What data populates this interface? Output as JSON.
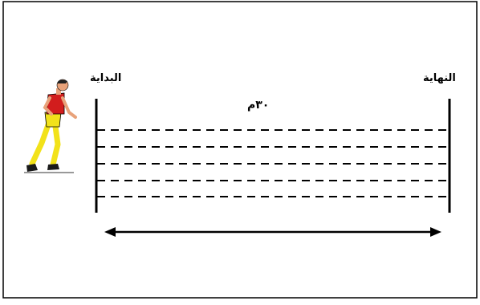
{
  "labels": {
    "start": "البداية",
    "finish": "النهاية",
    "distance": "٣٠م"
  },
  "lanes": {
    "count": 5
  },
  "colors": {
    "ink": "#000000",
    "runner_shirt": "#d21d1d",
    "runner_shorts": "#f2e21a",
    "runner_skin": "#e8a27a"
  }
}
